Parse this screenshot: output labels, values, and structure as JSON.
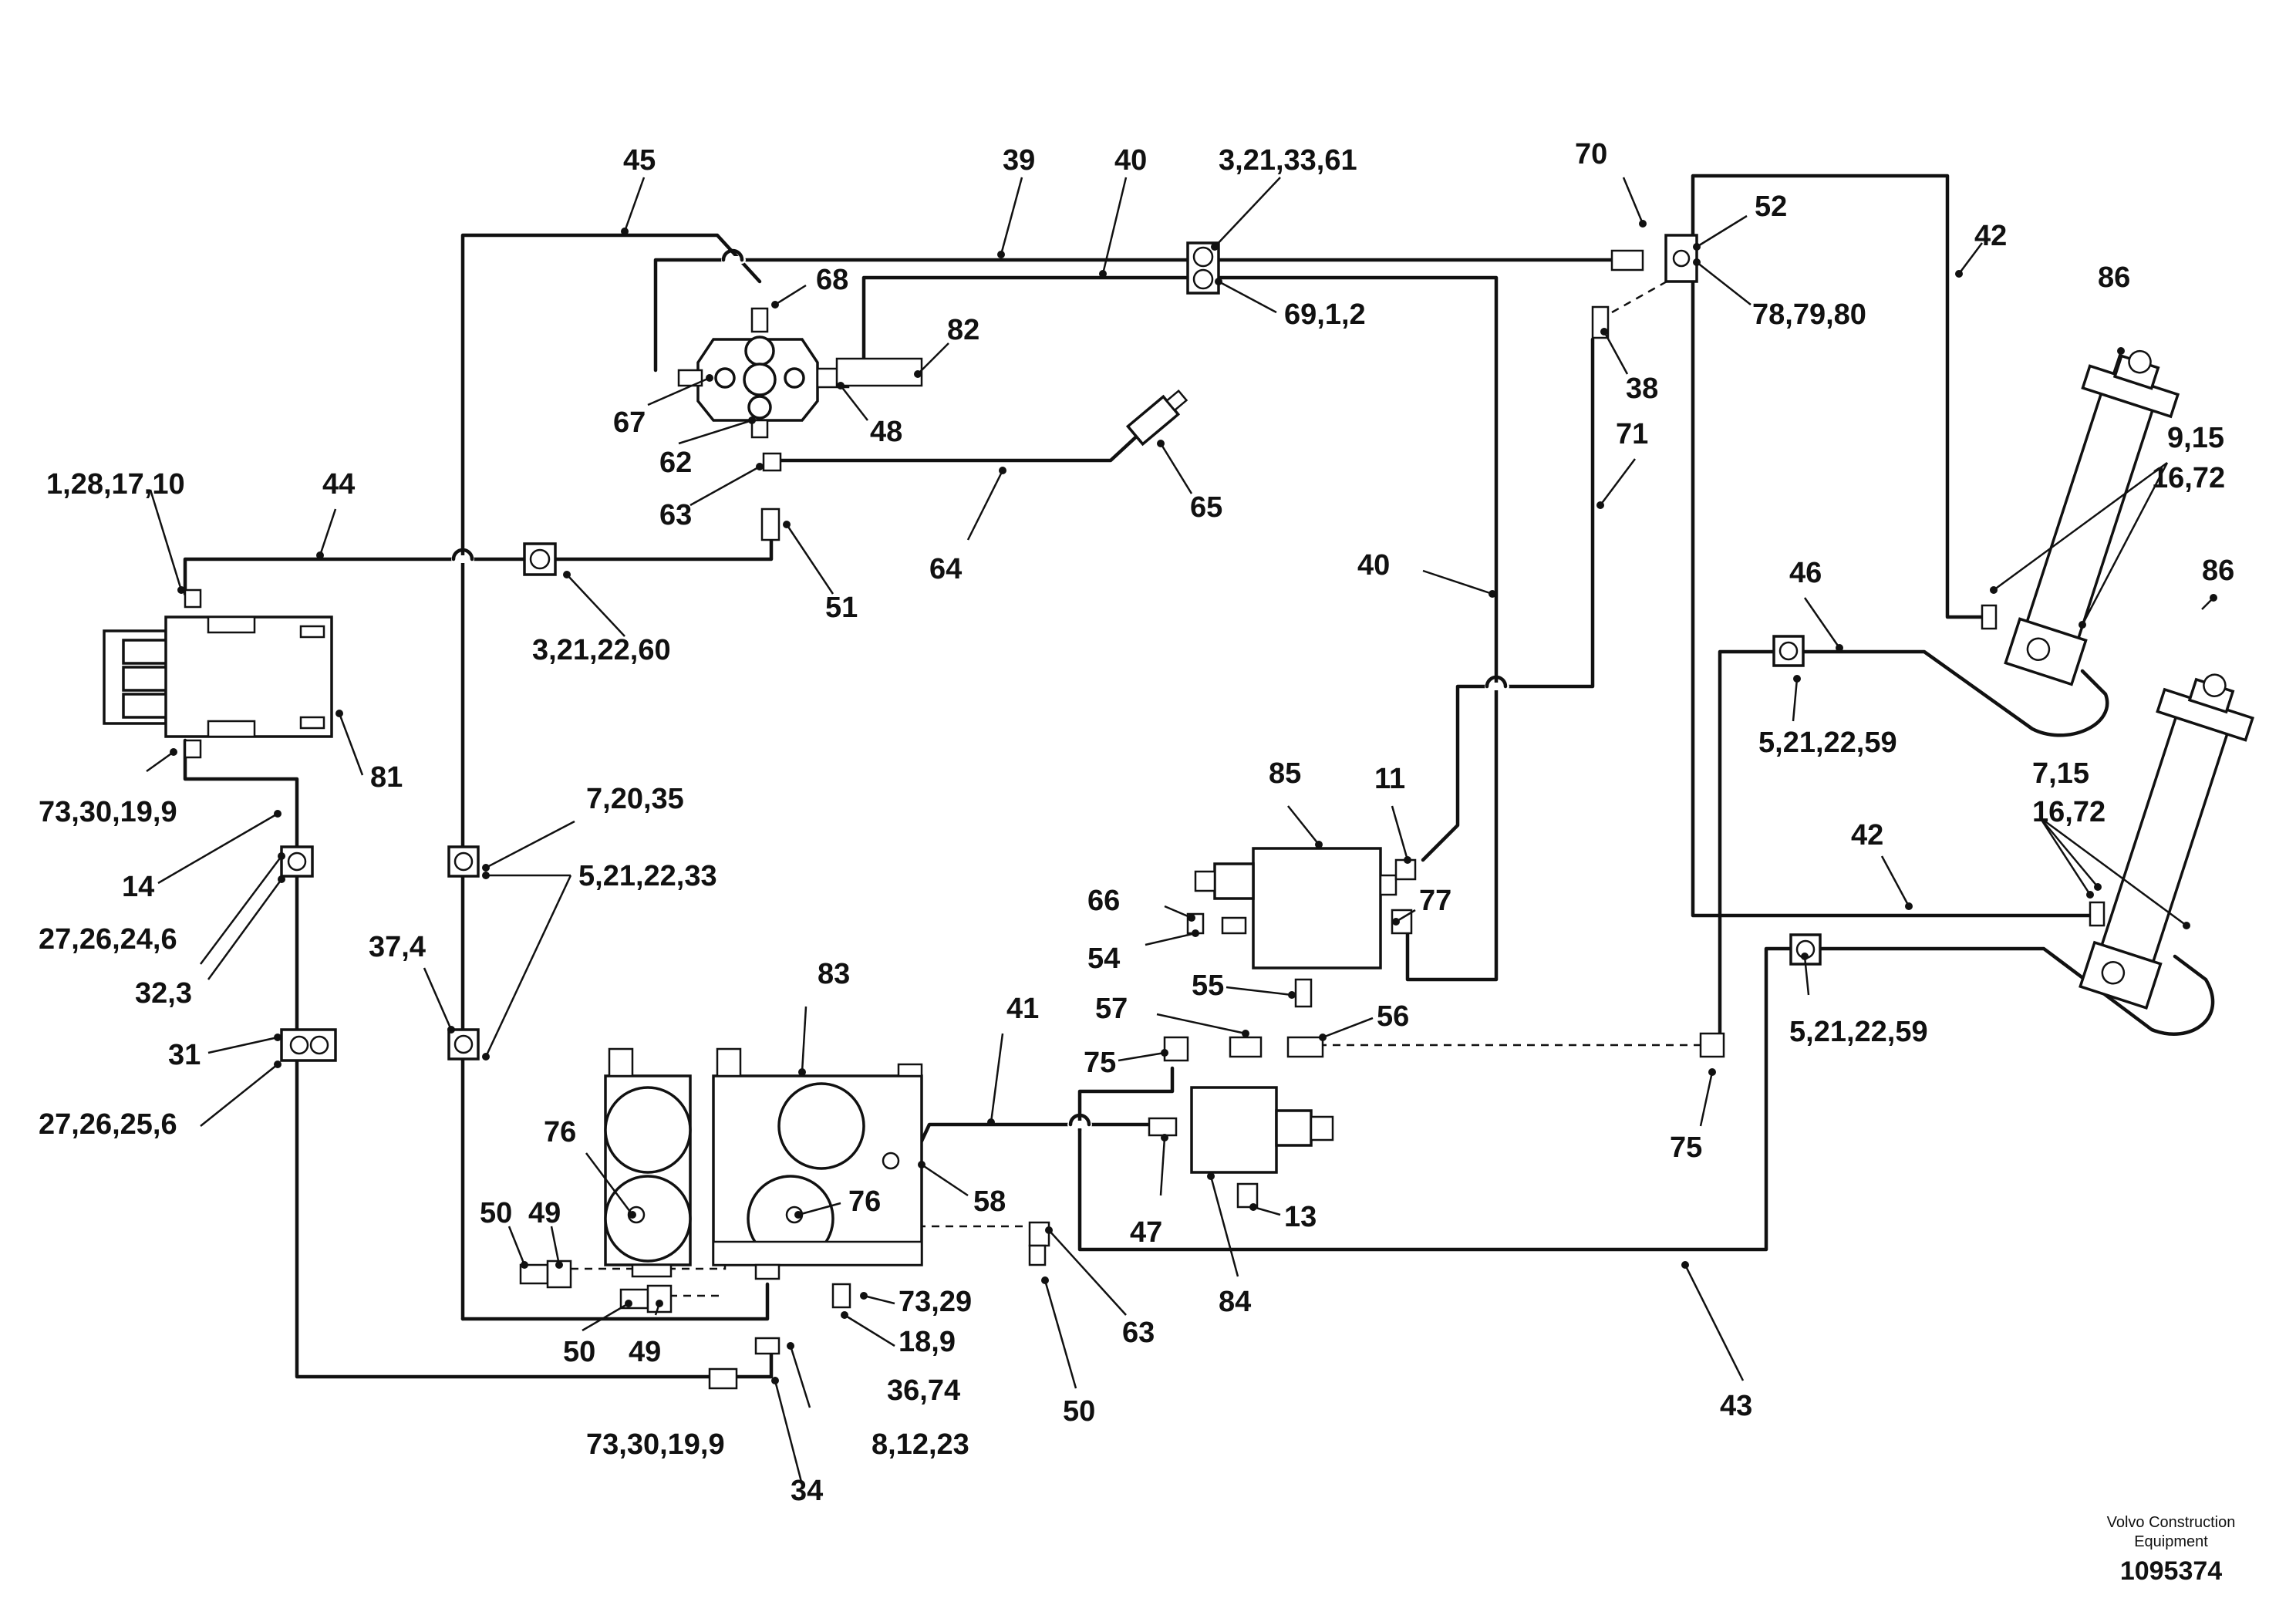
{
  "title": "",
  "brand": {
    "line1": "Volvo Construction",
    "line2": "Equipment",
    "doc_number": "1095374"
  },
  "callouts": [
    "45",
    "39",
    "40",
    "3,21,33,61",
    "70",
    "52",
    "42",
    "86",
    "68",
    "82",
    "69,1,2",
    "78,79,80",
    "38",
    "67",
    "62",
    "48",
    "63",
    "65",
    "71",
    "9,15",
    "16,72",
    "1,28,17,10",
    "44",
    "51",
    "64",
    "40",
    "86",
    "46",
    "81",
    "3,21,22,60",
    "5,21,22,59",
    "85",
    "11",
    "7,15",
    "16,72",
    "73,30,19,9",
    "7,20,35",
    "42",
    "14",
    "5,21,22,33",
    "66",
    "77",
    "27,26,24,6",
    "54",
    "32,3",
    "37,4",
    "55",
    "56",
    "83",
    "57",
    "5,21,22,59",
    "31",
    "41",
    "75",
    "27,26,25,6",
    "76",
    "58",
    "47",
    "75",
    "50",
    "49",
    "76",
    "13",
    "63",
    "84",
    "73,29",
    "50",
    "49",
    "18,9",
    "50",
    "36,74",
    "43",
    "73,30,19,9",
    "8,12,23",
    "34"
  ]
}
